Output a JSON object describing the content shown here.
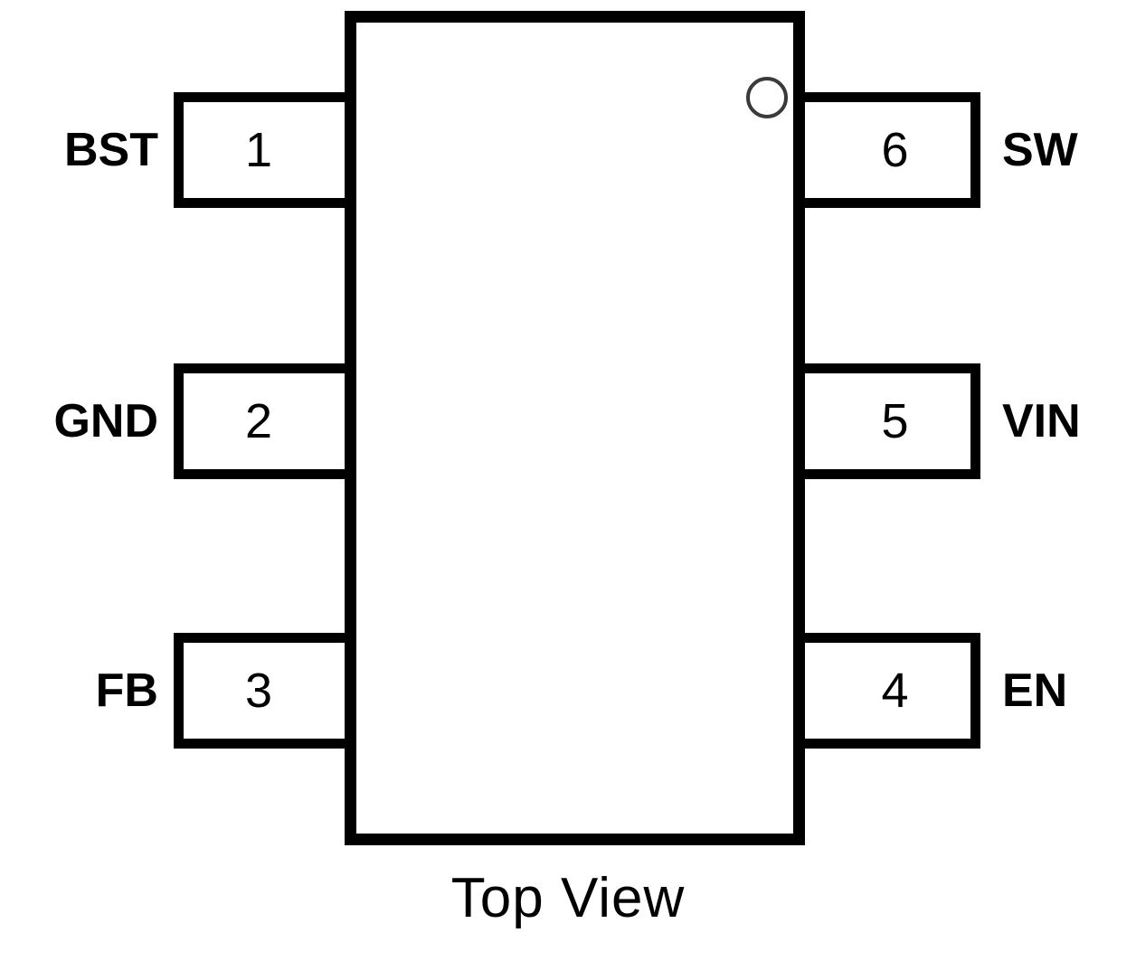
{
  "diagram": {
    "caption": "Top View",
    "package_outline_color": "#000000",
    "background_color": "#ffffff",
    "pin1_marker": "open-circle",
    "pin1_marker_color": "#3a3a3a",
    "left_pins": [
      {
        "number": "1",
        "name": "BST"
      },
      {
        "number": "2",
        "name": "GND"
      },
      {
        "number": "3",
        "name": "FB"
      }
    ],
    "right_pins": [
      {
        "number": "6",
        "name": "SW"
      },
      {
        "number": "5",
        "name": "VIN"
      },
      {
        "number": "4",
        "name": "EN"
      }
    ]
  }
}
